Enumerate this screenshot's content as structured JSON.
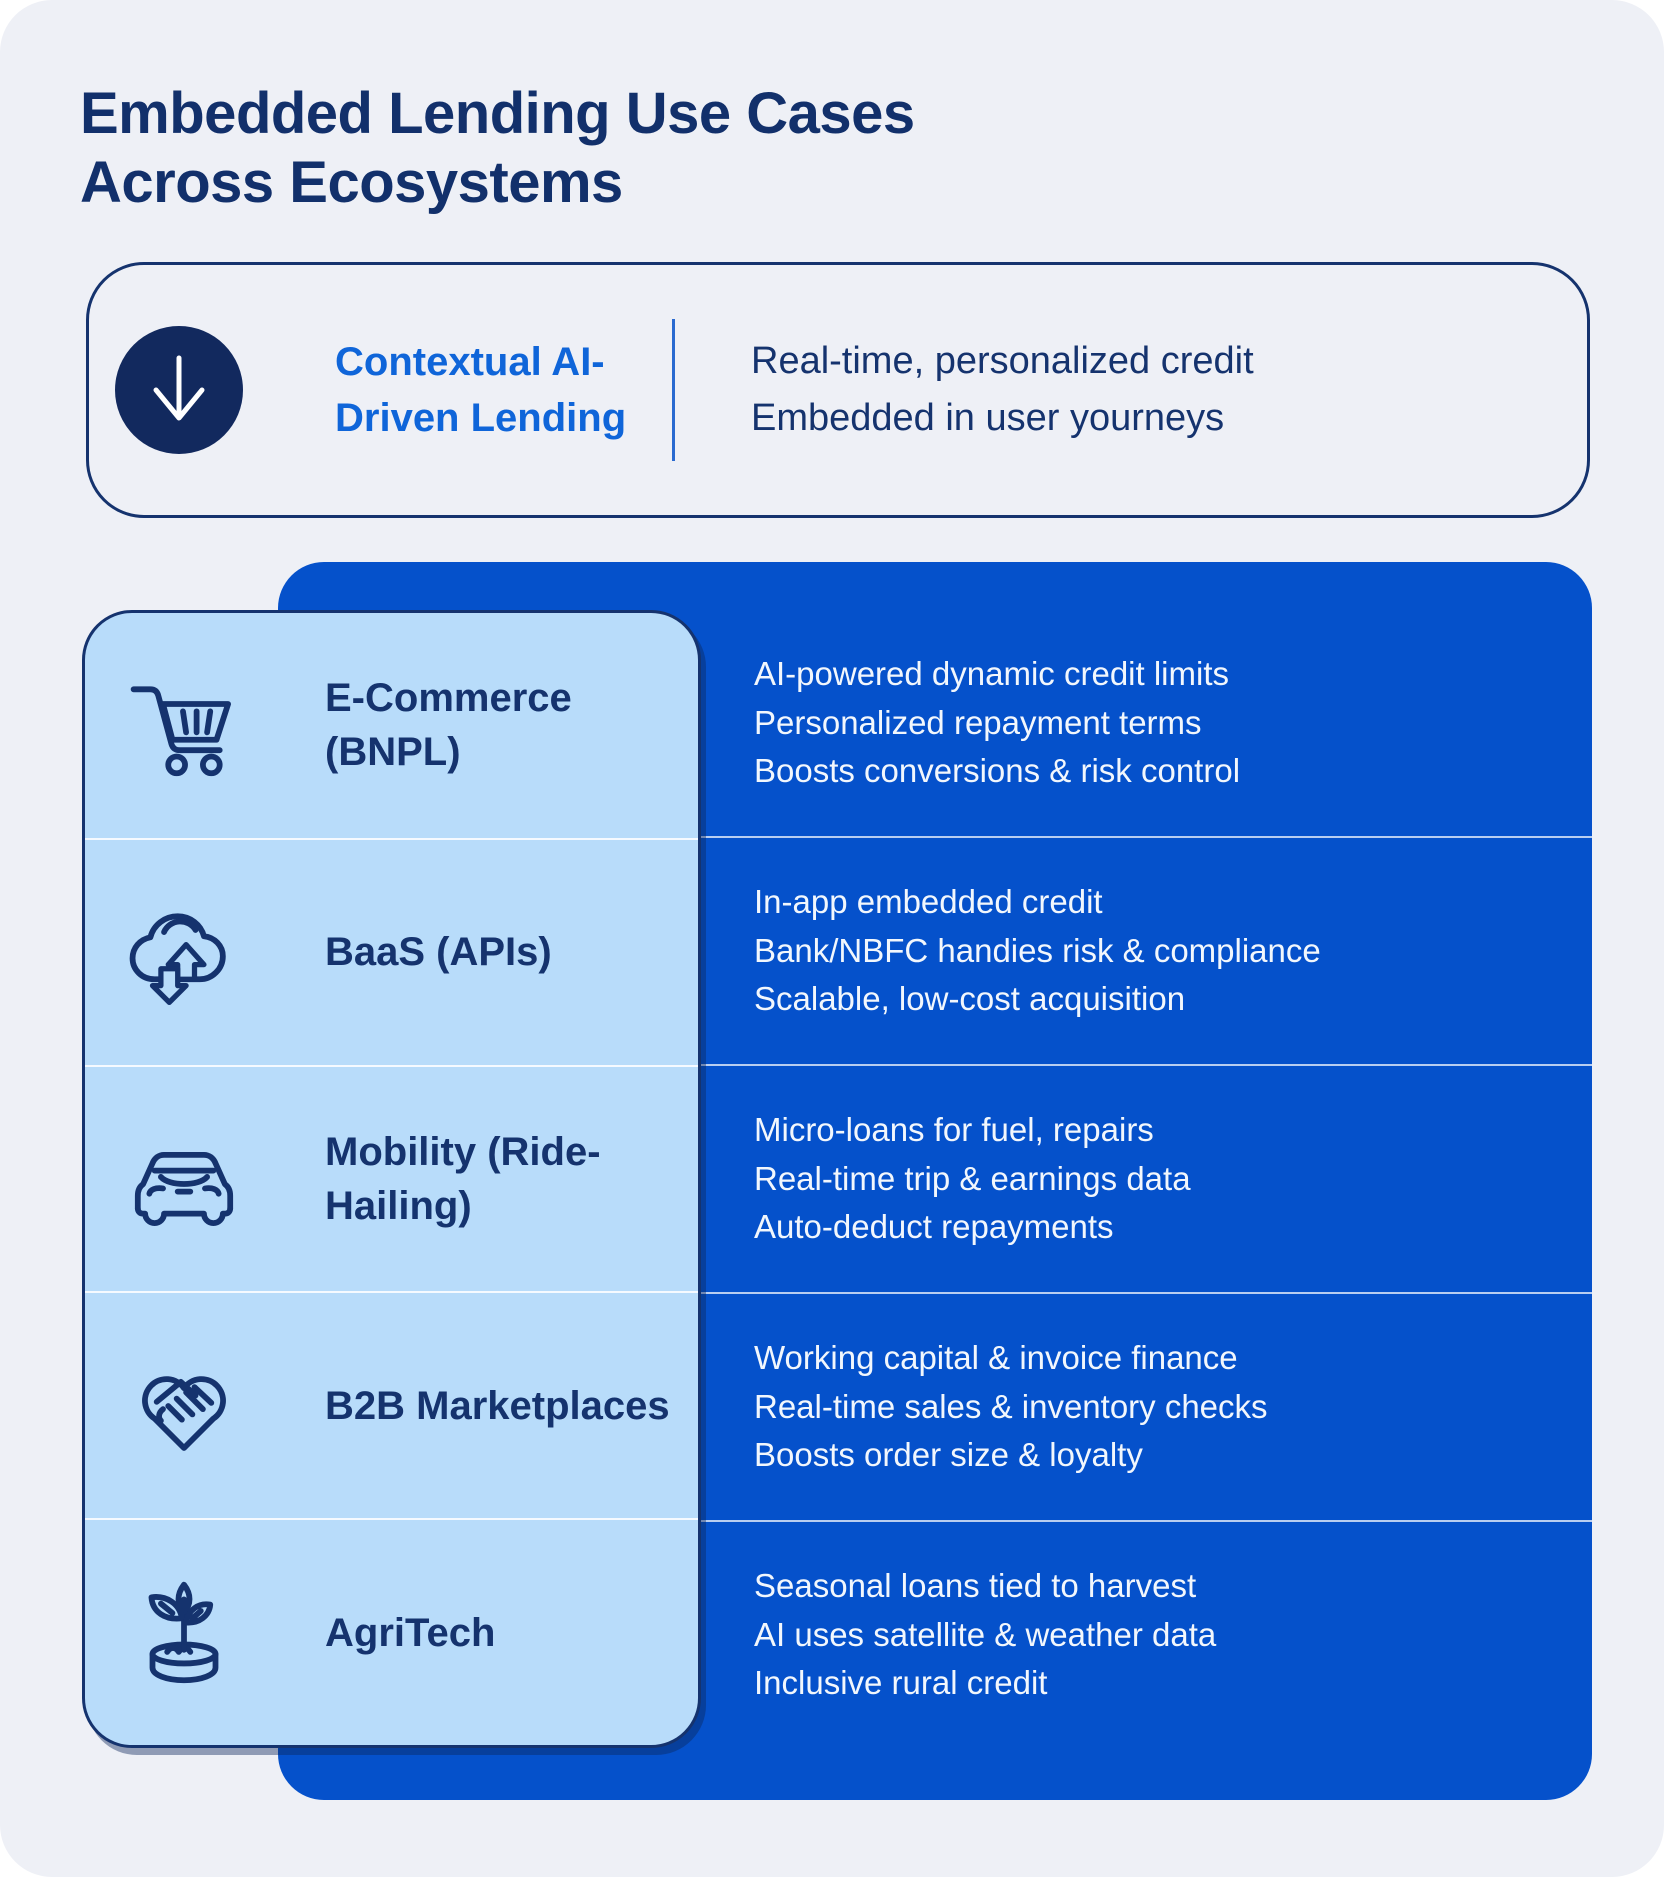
{
  "page": {
    "title_line1": "Embedded Lending Use Cases",
    "title_line2": "Across Ecosystems"
  },
  "header_card": {
    "icon": "down-arrow-icon",
    "label": "Contextual AI-Driven Lending",
    "description_line1": "Real-time, personalized credit",
    "description_line2": "Embedded in user yourneys"
  },
  "rows": [
    {
      "icon": "shopping-cart-icon",
      "label": "E-Commerce (BNPL)",
      "points": [
        "AI-powered dynamic credit limits",
        "Personalized repayment terms",
        "Boosts conversions & risk control"
      ]
    },
    {
      "icon": "cloud-transfer-icon",
      "label": "BaaS (APIs)",
      "points": [
        "In-app embedded credit",
        "Bank/NBFC handies risk & compliance",
        "Scalable, low-cost acquisition"
      ]
    },
    {
      "icon": "car-icon",
      "label": "Mobility (Ride-Hailing)",
      "points": [
        "Micro-loans for fuel, repairs",
        "Real-time trip & earnings data",
        "Auto-deduct repayments"
      ]
    },
    {
      "icon": "handshake-heart-icon",
      "label": "B2B Marketplaces",
      "points": [
        "Working capital & invoice finance",
        "Real-time sales & inventory checks",
        "Boosts order size & loyalty"
      ]
    },
    {
      "icon": "plant-sprout-icon",
      "label": "AgriTech",
      "points": [
        "Seasonal loans tied to harvest",
        "AI uses satellite & weather data",
        "Inclusive rural credit"
      ]
    }
  ],
  "colors": {
    "background": "#eef0f6",
    "panel_blue": "#0551cb",
    "light_blue": "#b8dcfa",
    "navy": "#15336e",
    "accent_blue": "#0f65d9",
    "circle_navy": "#12295e",
    "white_text": "#f2f7fd"
  }
}
